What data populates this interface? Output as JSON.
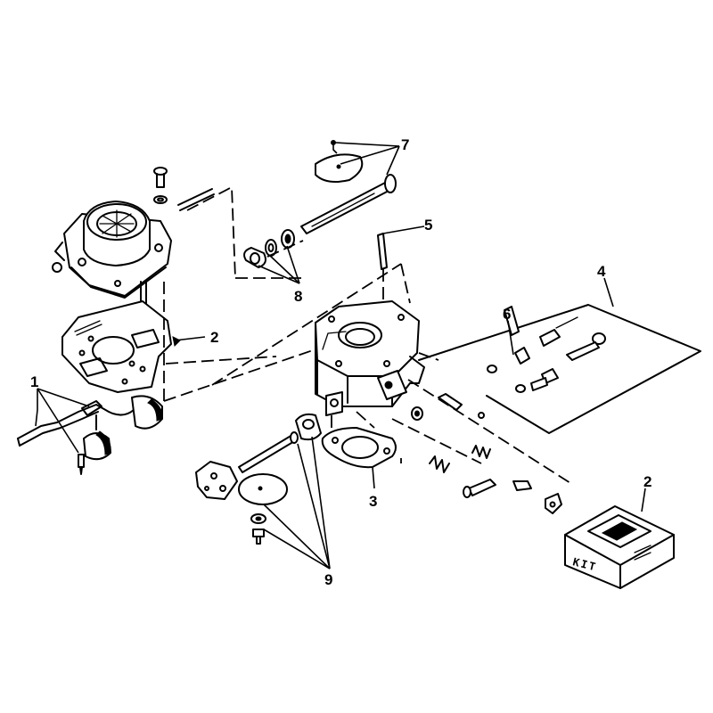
{
  "callouts": [
    {
      "id": "1",
      "label": "1"
    },
    {
      "id": "2a",
      "label": "2"
    },
    {
      "id": "2b",
      "label": "2"
    },
    {
      "id": "3",
      "label": "3"
    },
    {
      "id": "4",
      "label": "4"
    },
    {
      "id": "5",
      "label": "5"
    },
    {
      "id": "6",
      "label": "6"
    },
    {
      "id": "7",
      "label": "7"
    },
    {
      "id": "8",
      "label": "8"
    },
    {
      "id": "9",
      "label": "9"
    }
  ],
  "kit_box": {
    "label": "KIT"
  }
}
